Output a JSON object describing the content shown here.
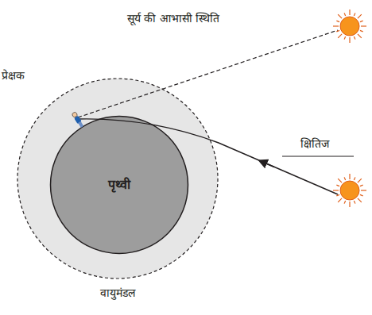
{
  "diagram": {
    "nodes": [
      {
        "text": [
          "वायुमंडल"
        ]
      },
      {
        "text": [
          "पृथ्वी"
        ],
        "in": 0
      }
    ],
    "labels": [
      "सूर्य की आभासी स्थिति",
      "प्रेक्षक",
      "क्षितिज"
    ]
  }
}
